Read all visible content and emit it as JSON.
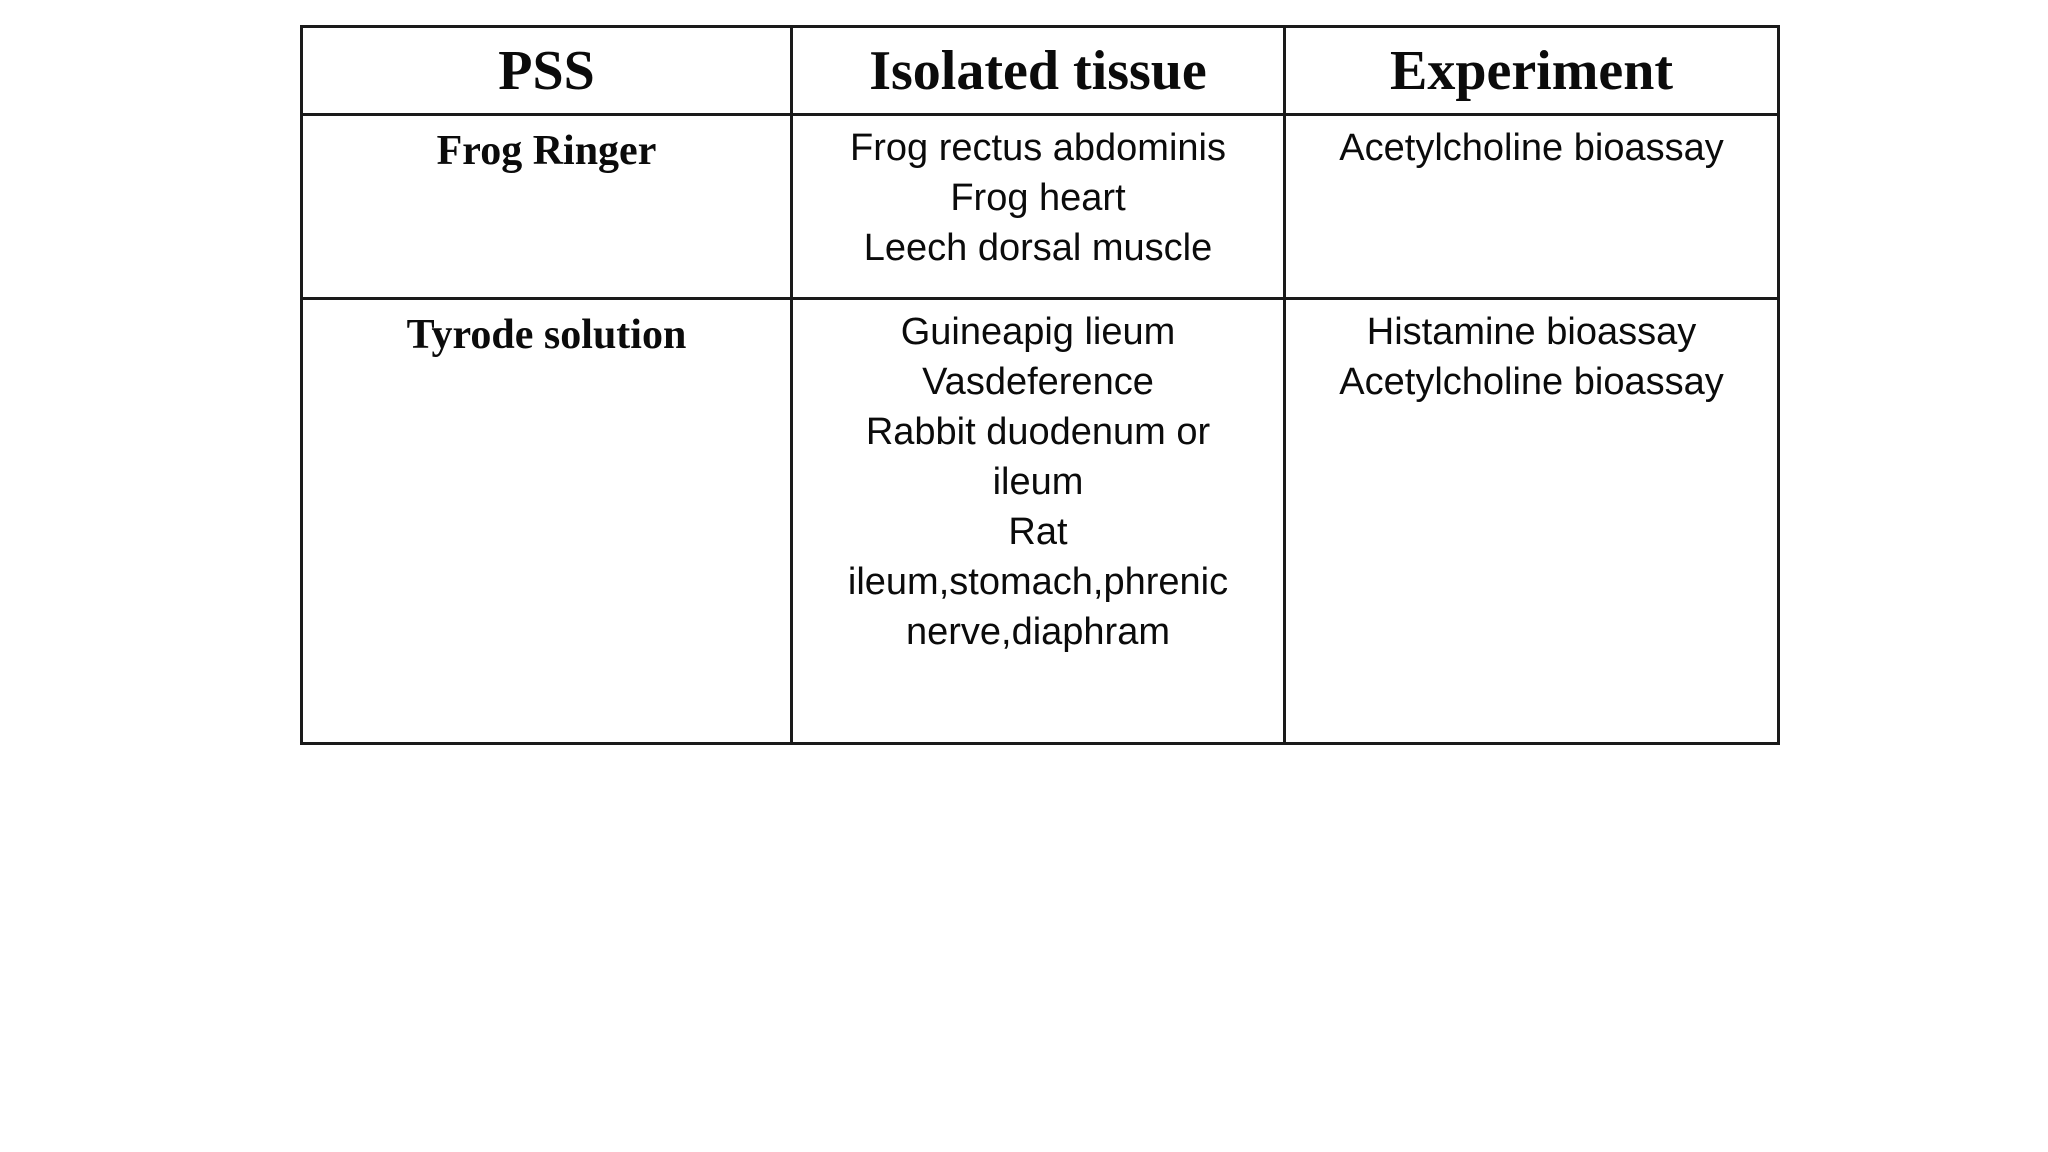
{
  "table": {
    "columns": [
      "PSS",
      "Isolated tissue",
      "Experiment"
    ],
    "rows": [
      {
        "pss": "Frog Ringer",
        "tissues": [
          "Frog rectus abdominis",
          "Frog heart",
          "Leech dorsal muscle"
        ],
        "experiments": [
          "Acetylcholine bioassay"
        ]
      },
      {
        "pss": "Tyrode solution",
        "tissues": [
          "Guineapig lieum",
          "Vasdeference",
          "Rabbit duodenum or ileum",
          "Rat ileum,stomach,phrenic nerve,diaphram"
        ],
        "experiments": [
          "Histamine bioassay",
          "Acetylcholine bioassay"
        ]
      }
    ]
  },
  "colors": {
    "background": "#ffffff",
    "border": "#1a1a1a",
    "text": "#0b0b0b"
  }
}
